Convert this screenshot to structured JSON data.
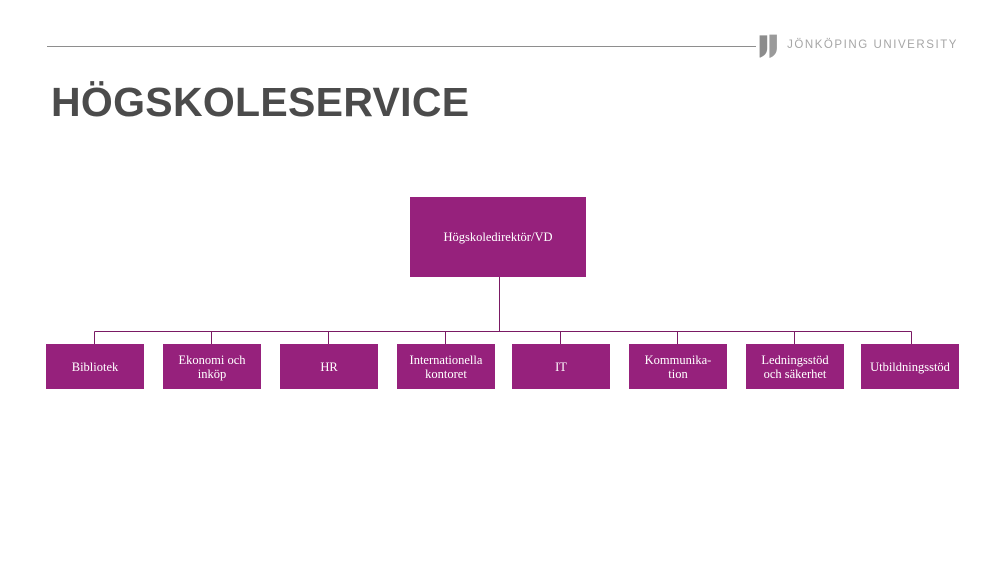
{
  "brand": {
    "wordmark": "JÖNKÖPING UNIVERSITY",
    "mark_icon": "jonkoping-shield-icon",
    "wordmark_color": "#a6a6a6",
    "mark_color": "#8c8c8c"
  },
  "slide": {
    "title": "HÖGSKOLESERVICE",
    "title_color": "#4b4b4b",
    "background_color": "#ffffff",
    "rule_color": "#8e8e8e"
  },
  "chart_data": {
    "type": "org-chart",
    "title": "HÖGSKOLESERVICE",
    "node_fill": "#96217c",
    "node_text_color": "#ffffff",
    "connector_color": "#7a1a64",
    "root": {
      "id": "hogskoledirektor-vd",
      "label": "Högskoledirektör/VD"
    },
    "children": [
      {
        "id": "bibliotek",
        "label": "Bibliotek"
      },
      {
        "id": "ekonomi-och-inkop",
        "label": "Ekonomi och\ninköp"
      },
      {
        "id": "hr",
        "label": "HR"
      },
      {
        "id": "internationella-kontoret",
        "label": "Internationella\nkontoret"
      },
      {
        "id": "it",
        "label": "IT"
      },
      {
        "id": "kommunikation",
        "label": "Kommunika-\ntion"
      },
      {
        "id": "ledningsstod-och-sakerhet",
        "label": "Ledningsstöd\noch säkerhet"
      },
      {
        "id": "utbildningsstod",
        "label": "Utbildningsstöd"
      }
    ]
  }
}
